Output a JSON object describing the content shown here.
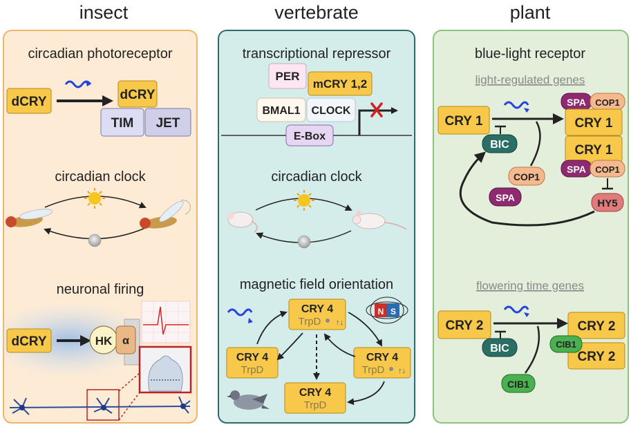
{
  "columns": {
    "insect": "insect",
    "vertebrate": "vertebrate",
    "plant": "plant"
  },
  "insect": {
    "section1": "circadian photoreceptor",
    "section2": "circadian clock",
    "section3": "neuronal firing",
    "dcry": "dCRY",
    "tim": "TIM",
    "jet": "JET",
    "hk": "HK",
    "alpha": "α"
  },
  "vertebrate": {
    "section1": "transcriptional repressor",
    "section2": "circadian clock",
    "section3": "magnetic field orientation",
    "per": "PER",
    "mcry": "mCRY 1,2",
    "bmal1": "BMAL1",
    "clock": "CLOCK",
    "ebox": "E-Box",
    "cry4": "CRY 4",
    "trpd": "TrpD",
    "magnet_n": "N",
    "magnet_s": "S"
  },
  "plant": {
    "section1": "blue-light receptor",
    "section2": "light-regulated genes",
    "section3": "flowering time genes",
    "cry1": "CRY 1",
    "cry2": "CRY 2",
    "bic": "BIC",
    "spa": "SPA",
    "cop1": "COP1",
    "hy5": "HY5",
    "cib1": "CIB1"
  },
  "colors": {
    "insect_panel": "#fdebd5",
    "insect_border": "#f0b46a",
    "vertebrate_panel": "#d4ecea",
    "vertebrate_border": "#2f6b66",
    "plant_panel": "#e3eedb",
    "plant_border": "#8fc27a",
    "cry_box": "#f7c84a",
    "bic": "#2a6e66",
    "spa": "#8e2a6f",
    "cop1": "#f5b98e",
    "hy5": "#e07b7b",
    "cib1": "#4bb04f"
  }
}
